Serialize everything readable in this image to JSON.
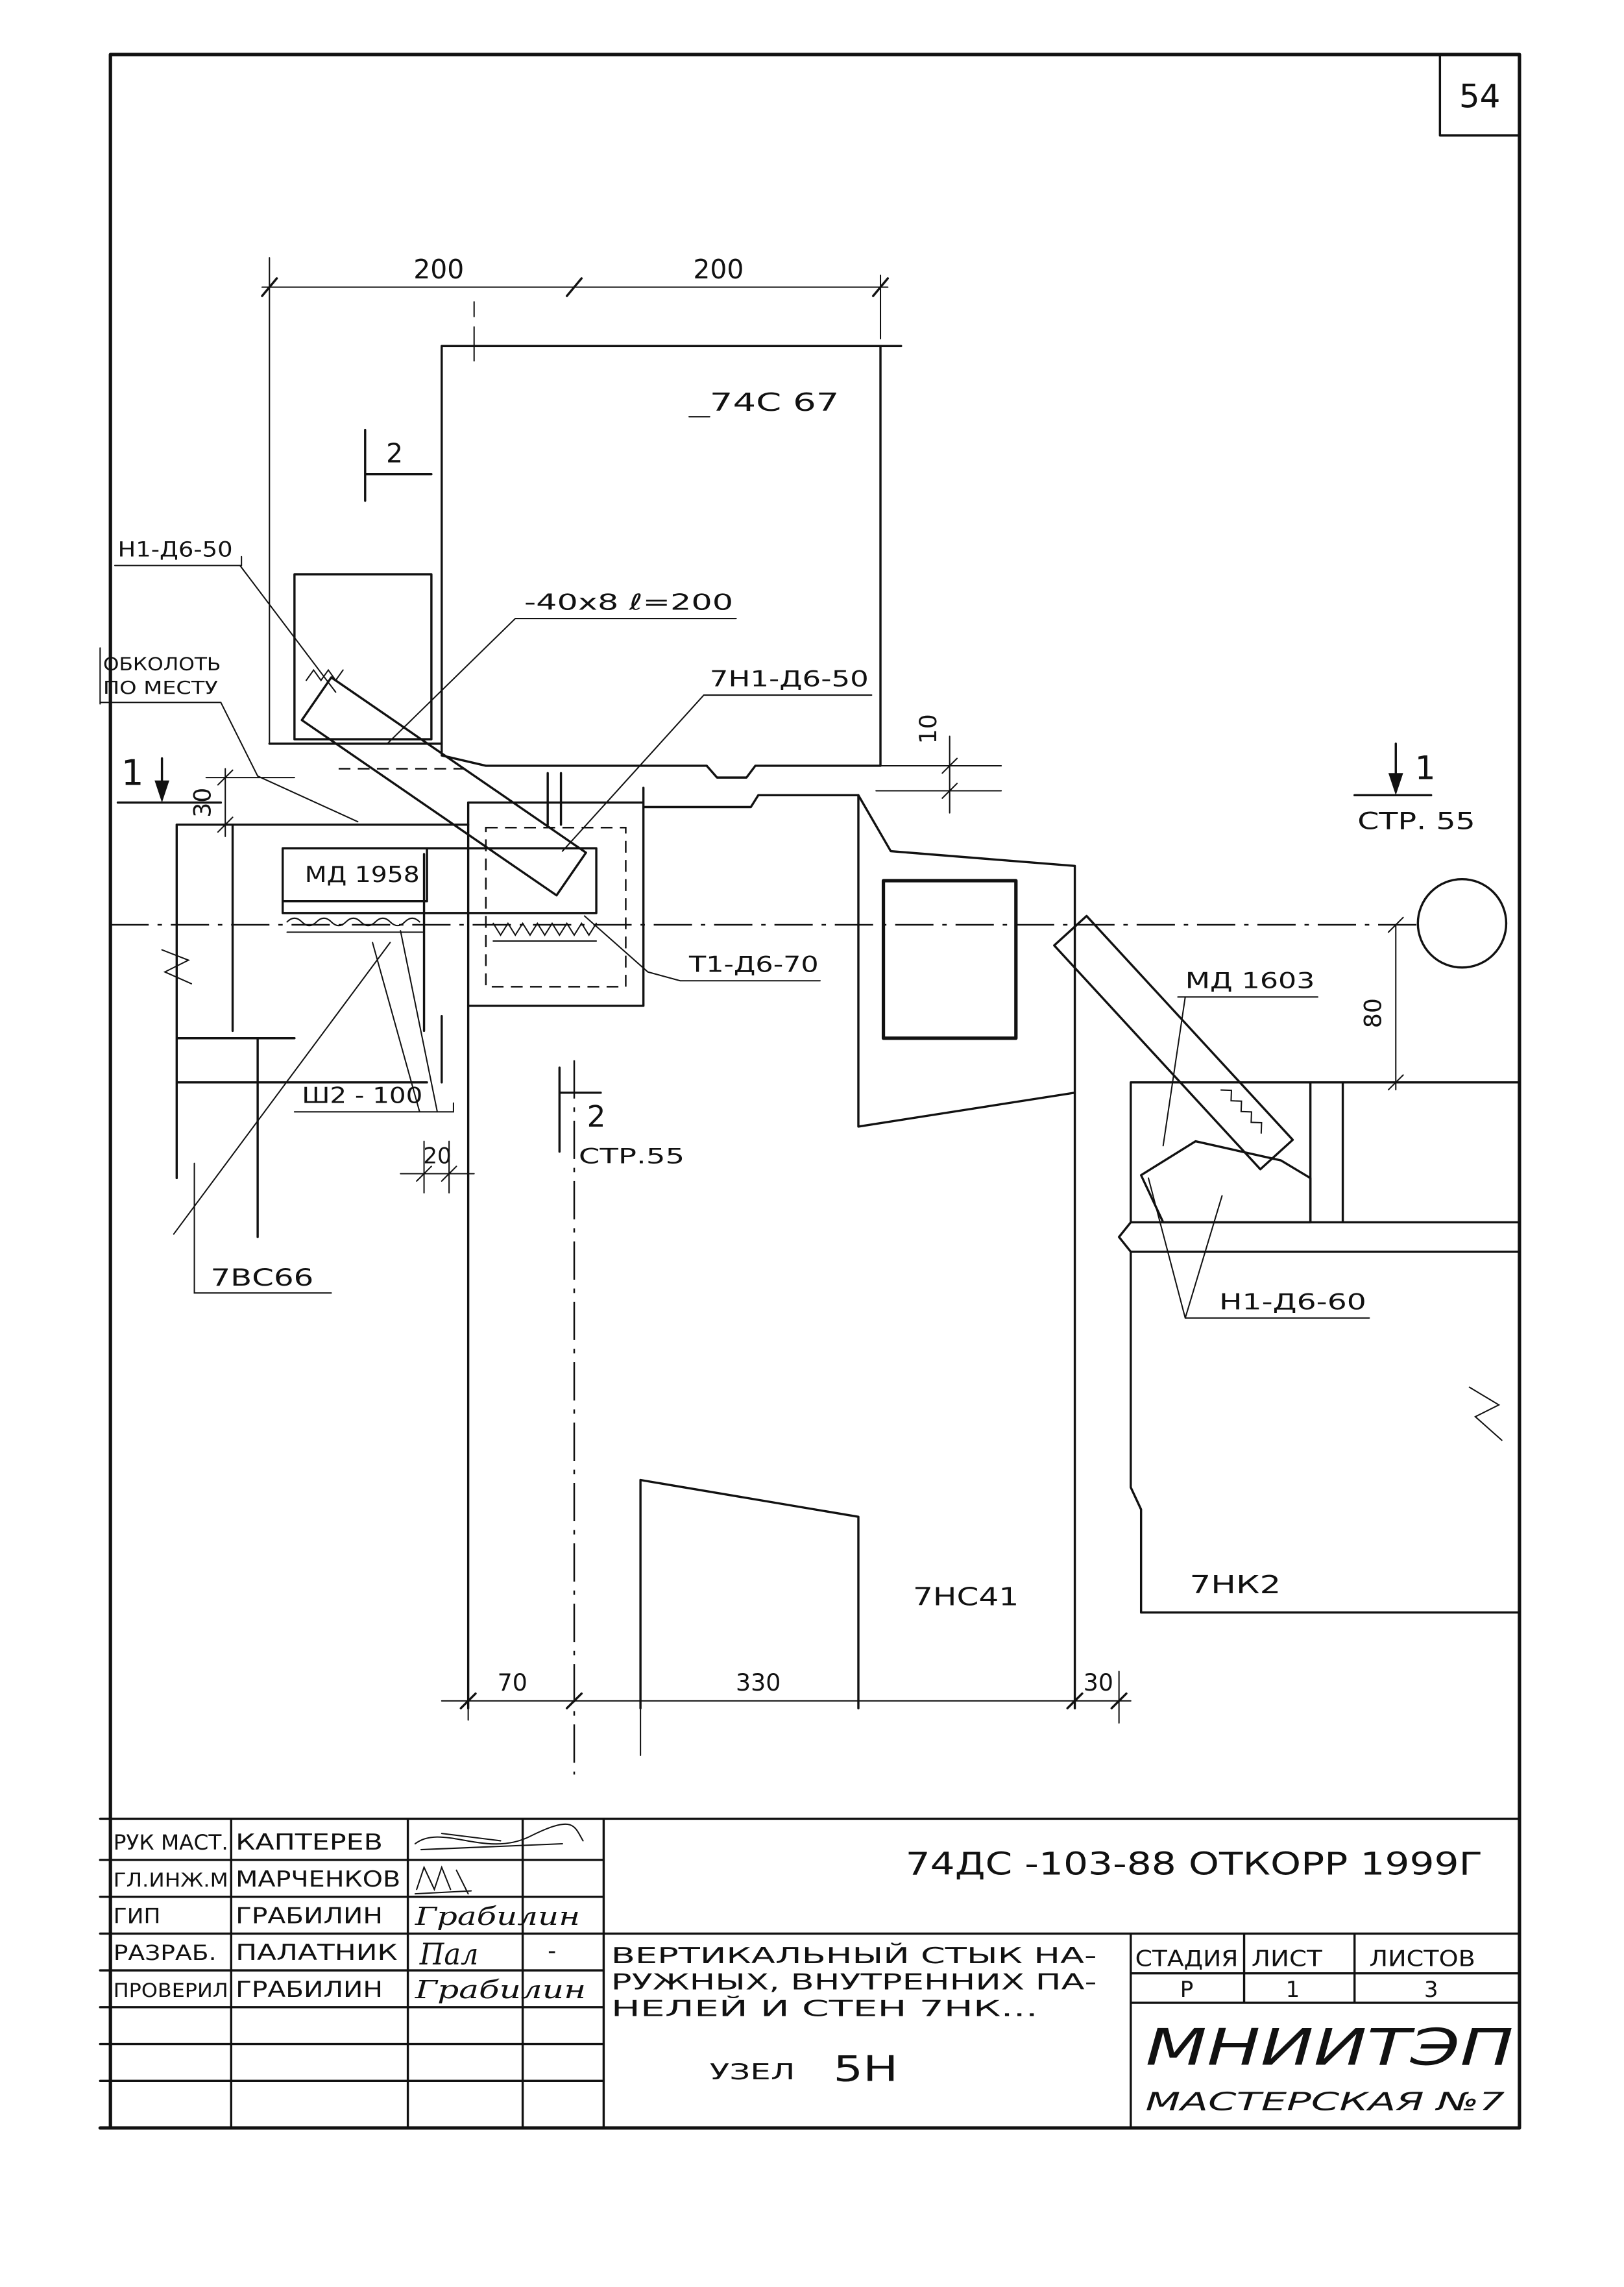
{
  "sheet": {
    "page_number": "54"
  },
  "drawing": {
    "dimensions": {
      "top_left": "200",
      "top_right": "200",
      "gap_10": "10",
      "left_30": "30",
      "left_20": "20",
      "right_80": "80",
      "bottom_70": "70",
      "bottom_330": "330",
      "bottom_30": "30"
    },
    "sections": {
      "top_2": "2",
      "left_1": "1",
      "right_1": "1",
      "right_1_ref": "СТР. 55",
      "bottom_2": "2",
      "bottom_2_ref": "СТР.55"
    },
    "panels": {
      "p74c67": "74С 67",
      "p7vs66": "7ВС66",
      "p7ns41": "7НС41",
      "p7nk2": "7НК2"
    },
    "callouts": {
      "n1_d6_50": "Н1-Д6-50",
      "plate": "-40х8 ℓ=200",
      "obkolot_line1": "ОБКОЛОТЬ",
      "obkolot_line2": "ПО МЕСТУ",
      "n1_d6_50_7": "7Н1-Д6-50",
      "md_1958": "МД 1958",
      "t1_d6_70": "Т1-Д6-70",
      "md_1603": "МД 1603",
      "sh2_100": "Ш2 - 100",
      "n1_d6_60": "Н1-Д6-60"
    }
  },
  "title_block": {
    "rows": [
      {
        "role": "РУК МАСТ.",
        "name": "КАПТЕРЕВ"
      },
      {
        "role": "ГЛ.ИНЖ.М",
        "name": "МАРЧЕНКОВ"
      },
      {
        "role": "ГИП",
        "name": "ГРАБИЛИН"
      },
      {
        "role": "РАЗРАБ.",
        "name": "ПАЛАТНИК"
      },
      {
        "role": "ПРОВЕРИЛ",
        "name": "ГРАБИЛИН"
      }
    ],
    "signatures": {
      "row3": "Грабилин",
      "row4": "Пал",
      "row5": "Грабилин"
    },
    "row4_mark": "-",
    "document_code": "74ДС -103-88 ОТКОРР 1999Г",
    "description": [
      "ВЕРТИКАЛЬНЫЙ СТЫК НА-",
      "РУЖНЫХ, ВНУТРЕННИХ ПА-",
      "НЕЛЕЙ И СТЕН 7НК..."
    ],
    "node_label": "УЗЕЛ",
    "node_number": "5Н",
    "stage": {
      "headers": [
        "СТАДИЯ",
        "ЛИСТ",
        "ЛИСТОВ"
      ],
      "values": [
        "Р",
        "1",
        "3"
      ]
    },
    "organization": "МНИИТЭП",
    "workshop": "МАСТЕРСКАЯ №7"
  }
}
